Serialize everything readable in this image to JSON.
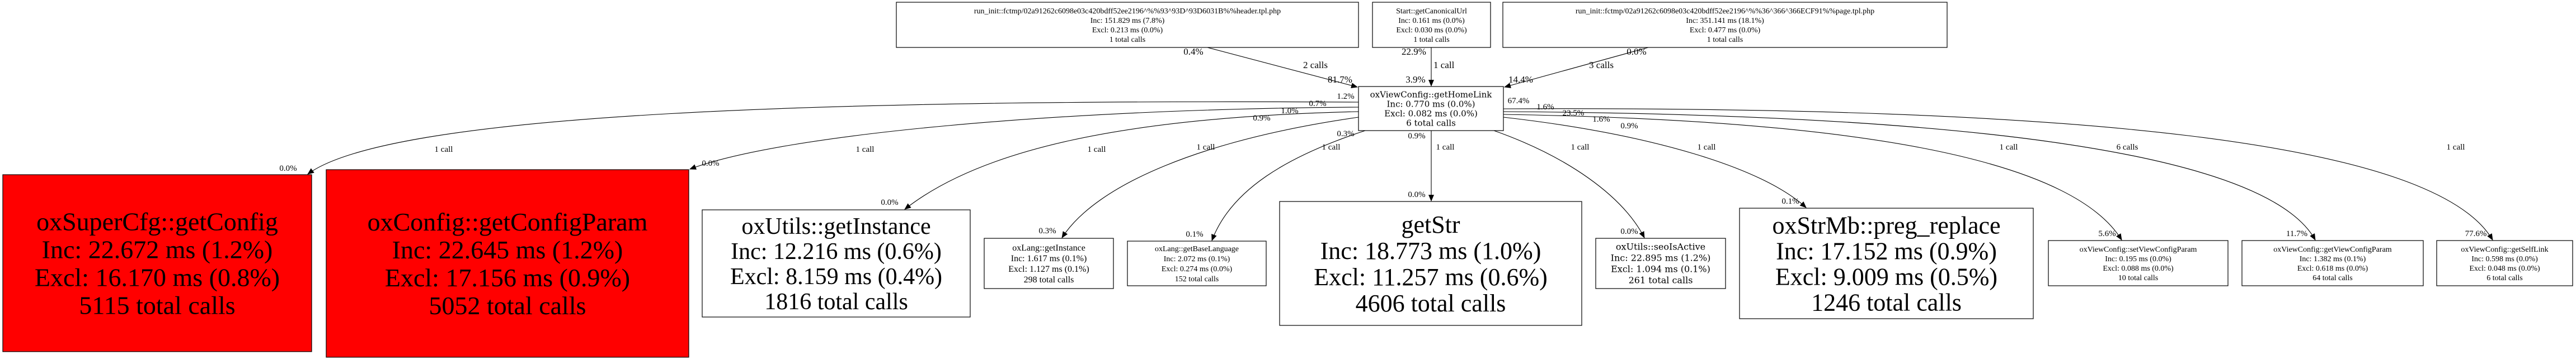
{
  "nodes": [
    {
      "id": "header",
      "name": "run_init::fctmp/02a91262c6098e03c420bdff52ee2196^%%93^93D^93D6031B%%header.tpl.php",
      "inc": "Inc: 151.829 ms (7.8%)",
      "excl": "Excl: 0.213 ms (0.0%)",
      "calls": "1 total calls",
      "fill": "#ffffff"
    },
    {
      "id": "canonical",
      "name": "Start::getCanonicalUrl",
      "inc": "Inc: 0.161 ms (0.0%)",
      "excl": "Excl: 0.030 ms (0.0%)",
      "calls": "1 total calls",
      "fill": "#ffffff"
    },
    {
      "id": "page",
      "name": "run_init::fctmp/02a91262c6098e03c420bdff52ee2196^%%36^366^366ECF91%%page.tpl.php",
      "inc": "Inc: 351.141 ms (18.1%)",
      "excl": "Excl: 0.477 ms (0.0%)",
      "calls": "1 total calls",
      "fill": "#ffffff"
    },
    {
      "id": "homelink",
      "name": "oxViewConfig::getHomeLink",
      "inc": "Inc: 0.770 ms (0.0%)",
      "excl": "Excl: 0.082 ms (0.0%)",
      "calls": "6 total calls",
      "fill": "#ffffff"
    },
    {
      "id": "supercfg",
      "name": "oxSuperCfg::getConfig",
      "inc": "Inc: 22.672 ms (1.2%)",
      "excl": "Excl: 16.170 ms (0.8%)",
      "calls": "5115 total calls",
      "fill": "#ff0000"
    },
    {
      "id": "configparam",
      "name": "oxConfig::getConfigParam",
      "inc": "Inc: 22.645 ms (1.2%)",
      "excl": "Excl: 17.156 ms (0.9%)",
      "calls": "5052 total calls",
      "fill": "#ff0000"
    },
    {
      "id": "utilsinst",
      "name": "oxUtils::getInstance",
      "inc": "Inc: 12.216 ms (0.6%)",
      "excl": "Excl: 8.159 ms (0.4%)",
      "calls": "1816 total calls",
      "fill": "#ffffff"
    },
    {
      "id": "langinst",
      "name": "oxLang::getInstance",
      "inc": "Inc: 1.617 ms (0.1%)",
      "excl": "Excl: 1.127 ms (0.1%)",
      "calls": "298 total calls",
      "fill": "#ffffff"
    },
    {
      "id": "baselang",
      "name": "oxLang::getBaseLanguage",
      "inc": "Inc: 2.072 ms (0.1%)",
      "excl": "Excl: 0.274 ms (0.0%)",
      "calls": "152 total calls",
      "fill": "#ffffff"
    },
    {
      "id": "getstr",
      "name": "getStr",
      "inc": "Inc: 18.773 ms (1.0%)",
      "excl": "Excl: 11.257 ms (0.6%)",
      "calls": "4606 total calls",
      "fill": "#ffffff"
    },
    {
      "id": "seo",
      "name": "oxUtils::seoIsActive",
      "inc": "Inc: 22.895 ms (1.2%)",
      "excl": "Excl: 1.094 ms (0.1%)",
      "calls": "261 total calls",
      "fill": "#ffffff"
    },
    {
      "id": "preg",
      "name": "oxStrMb::preg_replace",
      "inc": "Inc: 17.152 ms (0.9%)",
      "excl": "Excl: 9.009 ms (0.5%)",
      "calls": "1246 total calls",
      "fill": "#ffffff"
    },
    {
      "id": "setvcp",
      "name": "oxViewConfig::setViewConfigParam",
      "inc": "Inc: 0.195 ms (0.0%)",
      "excl": "Excl: 0.088 ms (0.0%)",
      "calls": "10 total calls",
      "fill": "#ffffff"
    },
    {
      "id": "getvcp",
      "name": "oxViewConfig::getViewConfigParam",
      "inc": "Inc: 1.382 ms (0.1%)",
      "excl": "Excl: 0.618 ms (0.0%)",
      "calls": "64 total calls",
      "fill": "#ffffff"
    },
    {
      "id": "selflink",
      "name": "oxViewConfig::getSelfLink",
      "inc": "Inc: 0.598 ms (0.0%)",
      "excl": "Excl: 0.048 ms (0.0%)",
      "calls": "6 total calls",
      "fill": "#ffffff"
    }
  ],
  "edges": [
    {
      "from": "header",
      "to": "homelink",
      "calls": "2 calls",
      "tail": "0.4%",
      "head": "81.7%"
    },
    {
      "from": "canonical",
      "to": "homelink",
      "calls": "1 call",
      "tail": "22.9%",
      "head": "3.9%"
    },
    {
      "from": "page",
      "to": "homelink",
      "calls": "3 calls",
      "tail": "0.0%",
      "head": "14.4%"
    },
    {
      "from": "homelink",
      "to": "supercfg",
      "calls": "1 call",
      "tail": "1.2%",
      "head": "0.0%"
    },
    {
      "from": "homelink",
      "to": "configparam",
      "calls": "1 call",
      "tail": "0.7%",
      "head": "0.0%"
    },
    {
      "from": "homelink",
      "to": "utilsinst",
      "calls": "1 call",
      "tail": "1.0%",
      "head": "0.0%"
    },
    {
      "from": "homelink",
      "to": "langinst",
      "calls": "1 call",
      "tail": "0.9%",
      "head": "0.3%"
    },
    {
      "from": "homelink",
      "to": "baselang",
      "calls": "1 call",
      "tail": "0.3%",
      "head": "0.1%"
    },
    {
      "from": "homelink",
      "to": "getstr",
      "calls": "1 call",
      "tail": "0.9%",
      "head": "0.0%"
    },
    {
      "from": "homelink",
      "to": "seo",
      "calls": "1 call",
      "tail": "0.9%",
      "head": "0.0%"
    },
    {
      "from": "homelink",
      "to": "preg",
      "calls": "1 call",
      "tail": "1.6%",
      "head": "0.1%"
    },
    {
      "from": "homelink",
      "to": "setvcp",
      "calls": "1 call",
      "tail": "1.6%",
      "head": "5.6%"
    },
    {
      "from": "homelink",
      "to": "getvcp",
      "calls": "6 calls",
      "tail": "23.5%",
      "head": "11.7%"
    },
    {
      "from": "homelink",
      "to": "selflink",
      "calls": "1 call",
      "tail": "67.4%",
      "head": "77.6%"
    }
  ]
}
